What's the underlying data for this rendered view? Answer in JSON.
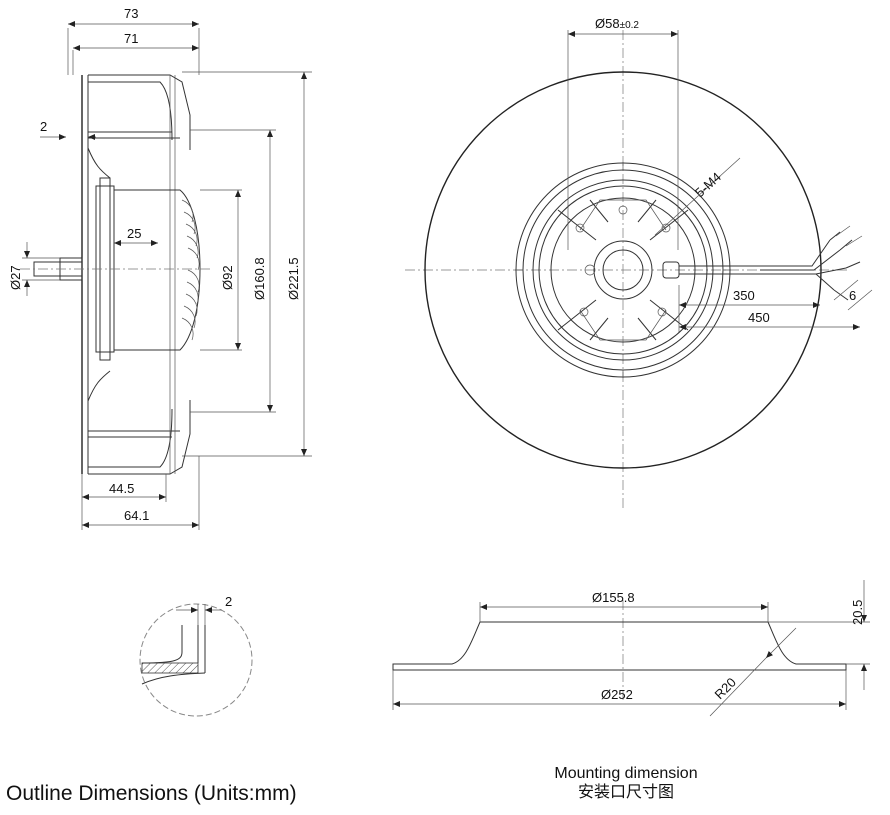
{
  "side_view": {
    "dims": {
      "d73": "73",
      "d71": "71",
      "d2": "2",
      "d27": "Ø27",
      "d25": "25",
      "d92": "Ø92",
      "d160": "Ø160.8",
      "d221": "Ø221.5",
      "d445": "44.5",
      "d641": "64.1"
    }
  },
  "front_view": {
    "dims": {
      "d58": "Ø58",
      "d58_tol": "±0.2",
      "holes": "5-M4",
      "cable350": "350",
      "cable450": "450",
      "strip6": "6"
    }
  },
  "detail_view": {
    "dims": {
      "d2": "2"
    }
  },
  "mounting_view": {
    "dims": {
      "d155": "Ø155.8",
      "d205": "20.5",
      "d252": "Ø252",
      "r20": "R20"
    }
  },
  "captions": {
    "outline": "Outline Dimensions (Units:mm)",
    "mounting_en": "Mounting dimension",
    "mounting_cn": "安装口尺寸图"
  }
}
